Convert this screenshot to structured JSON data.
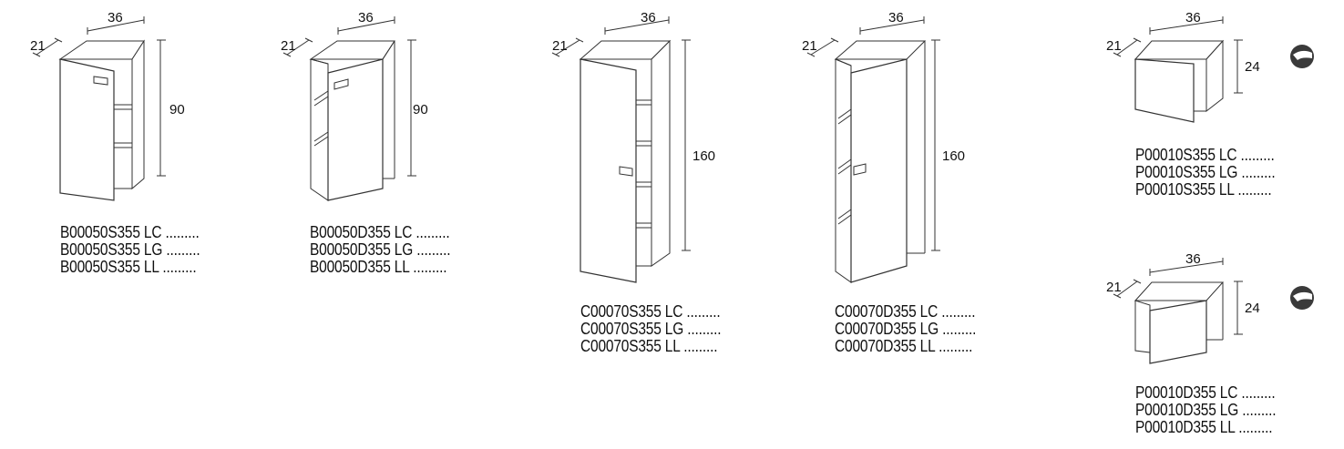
{
  "units": [
    {
      "dims": {
        "width": "36",
        "depth": "21",
        "height": "90"
      },
      "codes": [
        "B00050S355 LC .........",
        "B00050S355 LG .........",
        "B00050S355 LL ........."
      ]
    },
    {
      "dims": {
        "width": "36",
        "depth": "21",
        "height": "90"
      },
      "codes": [
        "B00050D355 LC .........",
        "B00050D355 LG .........",
        "B00050D355 LL ........."
      ]
    },
    {
      "dims": {
        "width": "36",
        "depth": "21",
        "height": "160"
      },
      "codes": [
        "C00070S355 LC .........",
        "C00070S355 LG .........",
        "C00070S355 LL ........."
      ]
    },
    {
      "dims": {
        "width": "36",
        "depth": "21",
        "height": "160"
      },
      "codes": [
        "C00070D355 LC .........",
        "C00070D355 LG .........",
        "C00070D355 LL ........."
      ]
    },
    {
      "dims": {
        "width": "36",
        "depth": "21",
        "height": "24"
      },
      "codes": [
        "P00010S355 LC .........",
        "P00010S355 LG .........",
        "P00010S355 LL ........."
      ]
    },
    {
      "dims": {
        "width": "36",
        "depth": "21",
        "height": "24"
      },
      "codes": [
        "P00010D355 LC .........",
        "P00010D355 LG .........",
        "P00010D355 LL ........."
      ]
    }
  ]
}
